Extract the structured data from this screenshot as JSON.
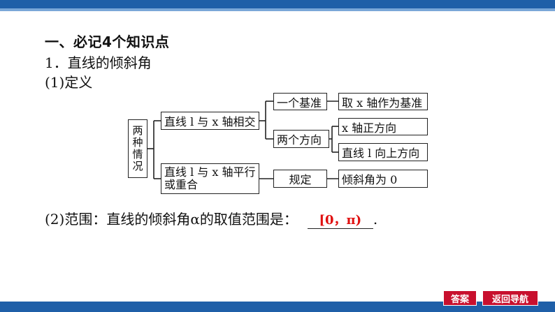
{
  "heading": "一、必记4个知识点",
  "section_1": "1．直线的倾斜角",
  "subsection_def": "(1)定义",
  "diagram": {
    "root": "两种情况",
    "case1": "直线 l 与 x 轴相交",
    "case2": "直线 l 与 x 轴平行或重合",
    "case2_line1": "直线 l 与 x 轴平行",
    "case2_line2": "或重合",
    "one_basis": "一个基准",
    "basis_detail": "取 x 轴作为基准",
    "two_directions": "两个方向",
    "dir1": "x 轴正方向",
    "dir2": "直线 l 向上方向",
    "rule": "规定",
    "rule_detail": "倾斜角为 0"
  },
  "range_text": "(2)范围：直线的倾斜角α的取值范围是：",
  "range_answer": "[0，π)",
  "range_end": ".",
  "buttons": {
    "answer": "答案",
    "back_nav": "返回导航"
  },
  "colors": {
    "accent_red": "#e01010",
    "bar_blue": "#1f5fa8",
    "bar_red": "#c8102e",
    "bar_light": "#7aa7d8"
  }
}
